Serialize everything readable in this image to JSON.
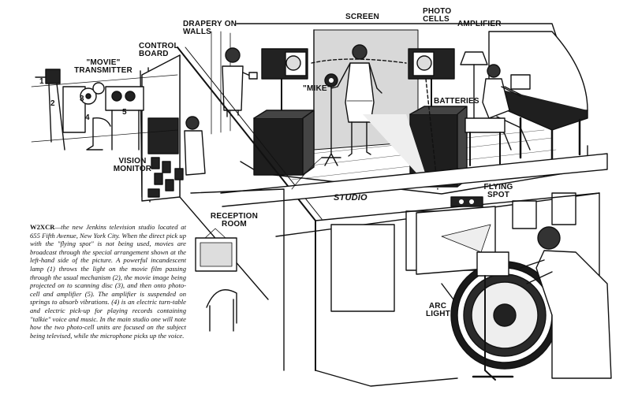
{
  "labels": {
    "drapery": "DRAPERY ON WALLS",
    "screen": "SCREEN",
    "photo_cells": "PHOTO CELLS",
    "amplifier": "AMPLIFIER",
    "control_board": "CONTROL BOARD",
    "movie_transmitter": "\"MOVIE\" TRANSMITTER",
    "mike": "\"MIKE\"",
    "batteries": "BATTERIES",
    "vision_monitor": "VISION MONITOR",
    "studio": "STUDIO",
    "flying_spot": "FLYING SPOT",
    "reception_room": "RECEPTION ROOM",
    "arc_light": "ARC LIGHT"
  },
  "numbers": [
    "1",
    "2",
    "3",
    "4",
    "5"
  ],
  "caption": {
    "lead": "W2XCR",
    "text": "—the new Jenkins television studio located at 655 Fifth Avenue, New York City. When the direct pick up with the \"flying spot\" is not being used, movies are broadcast through the special arrangement shown at the left-hand side of the picture. A powerful incandescent lamp (1) throws the light on the movie film passing through the usual mechanism (2), the movie image being projected on to scanning disc (3), and then onto photo-cell and amplifier (5). The amplifier is suspended on springs to absorb vibrations. (4) is an electric turn-table and electric pick-up for playing records containing \"talkie\" voice and music. In the main studio one will note how the two photo-cell units are focused on the subject being televised, while the microphone picks up the voice."
  }
}
